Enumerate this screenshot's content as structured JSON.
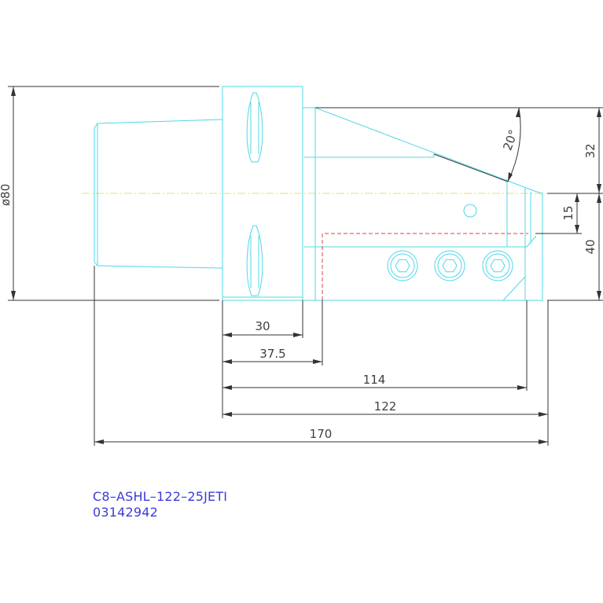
{
  "drawing": {
    "dimensions": {
      "diameter": "ø80",
      "d30": "30",
      "d37_5": "37.5",
      "d114": "114",
      "d122": "122",
      "d170": "170",
      "d32": "32",
      "d15": "15",
      "d40": "40",
      "angle": "20°"
    },
    "title_block": {
      "part_number": "C8–ASHL–122–25JETI",
      "order_code": "03142942"
    },
    "colors": {
      "outline": "#4fd8e6",
      "dimension": "#333333",
      "centerline": "#e8e060",
      "hidden": "#e04040",
      "text": "#3b3bd8"
    }
  }
}
